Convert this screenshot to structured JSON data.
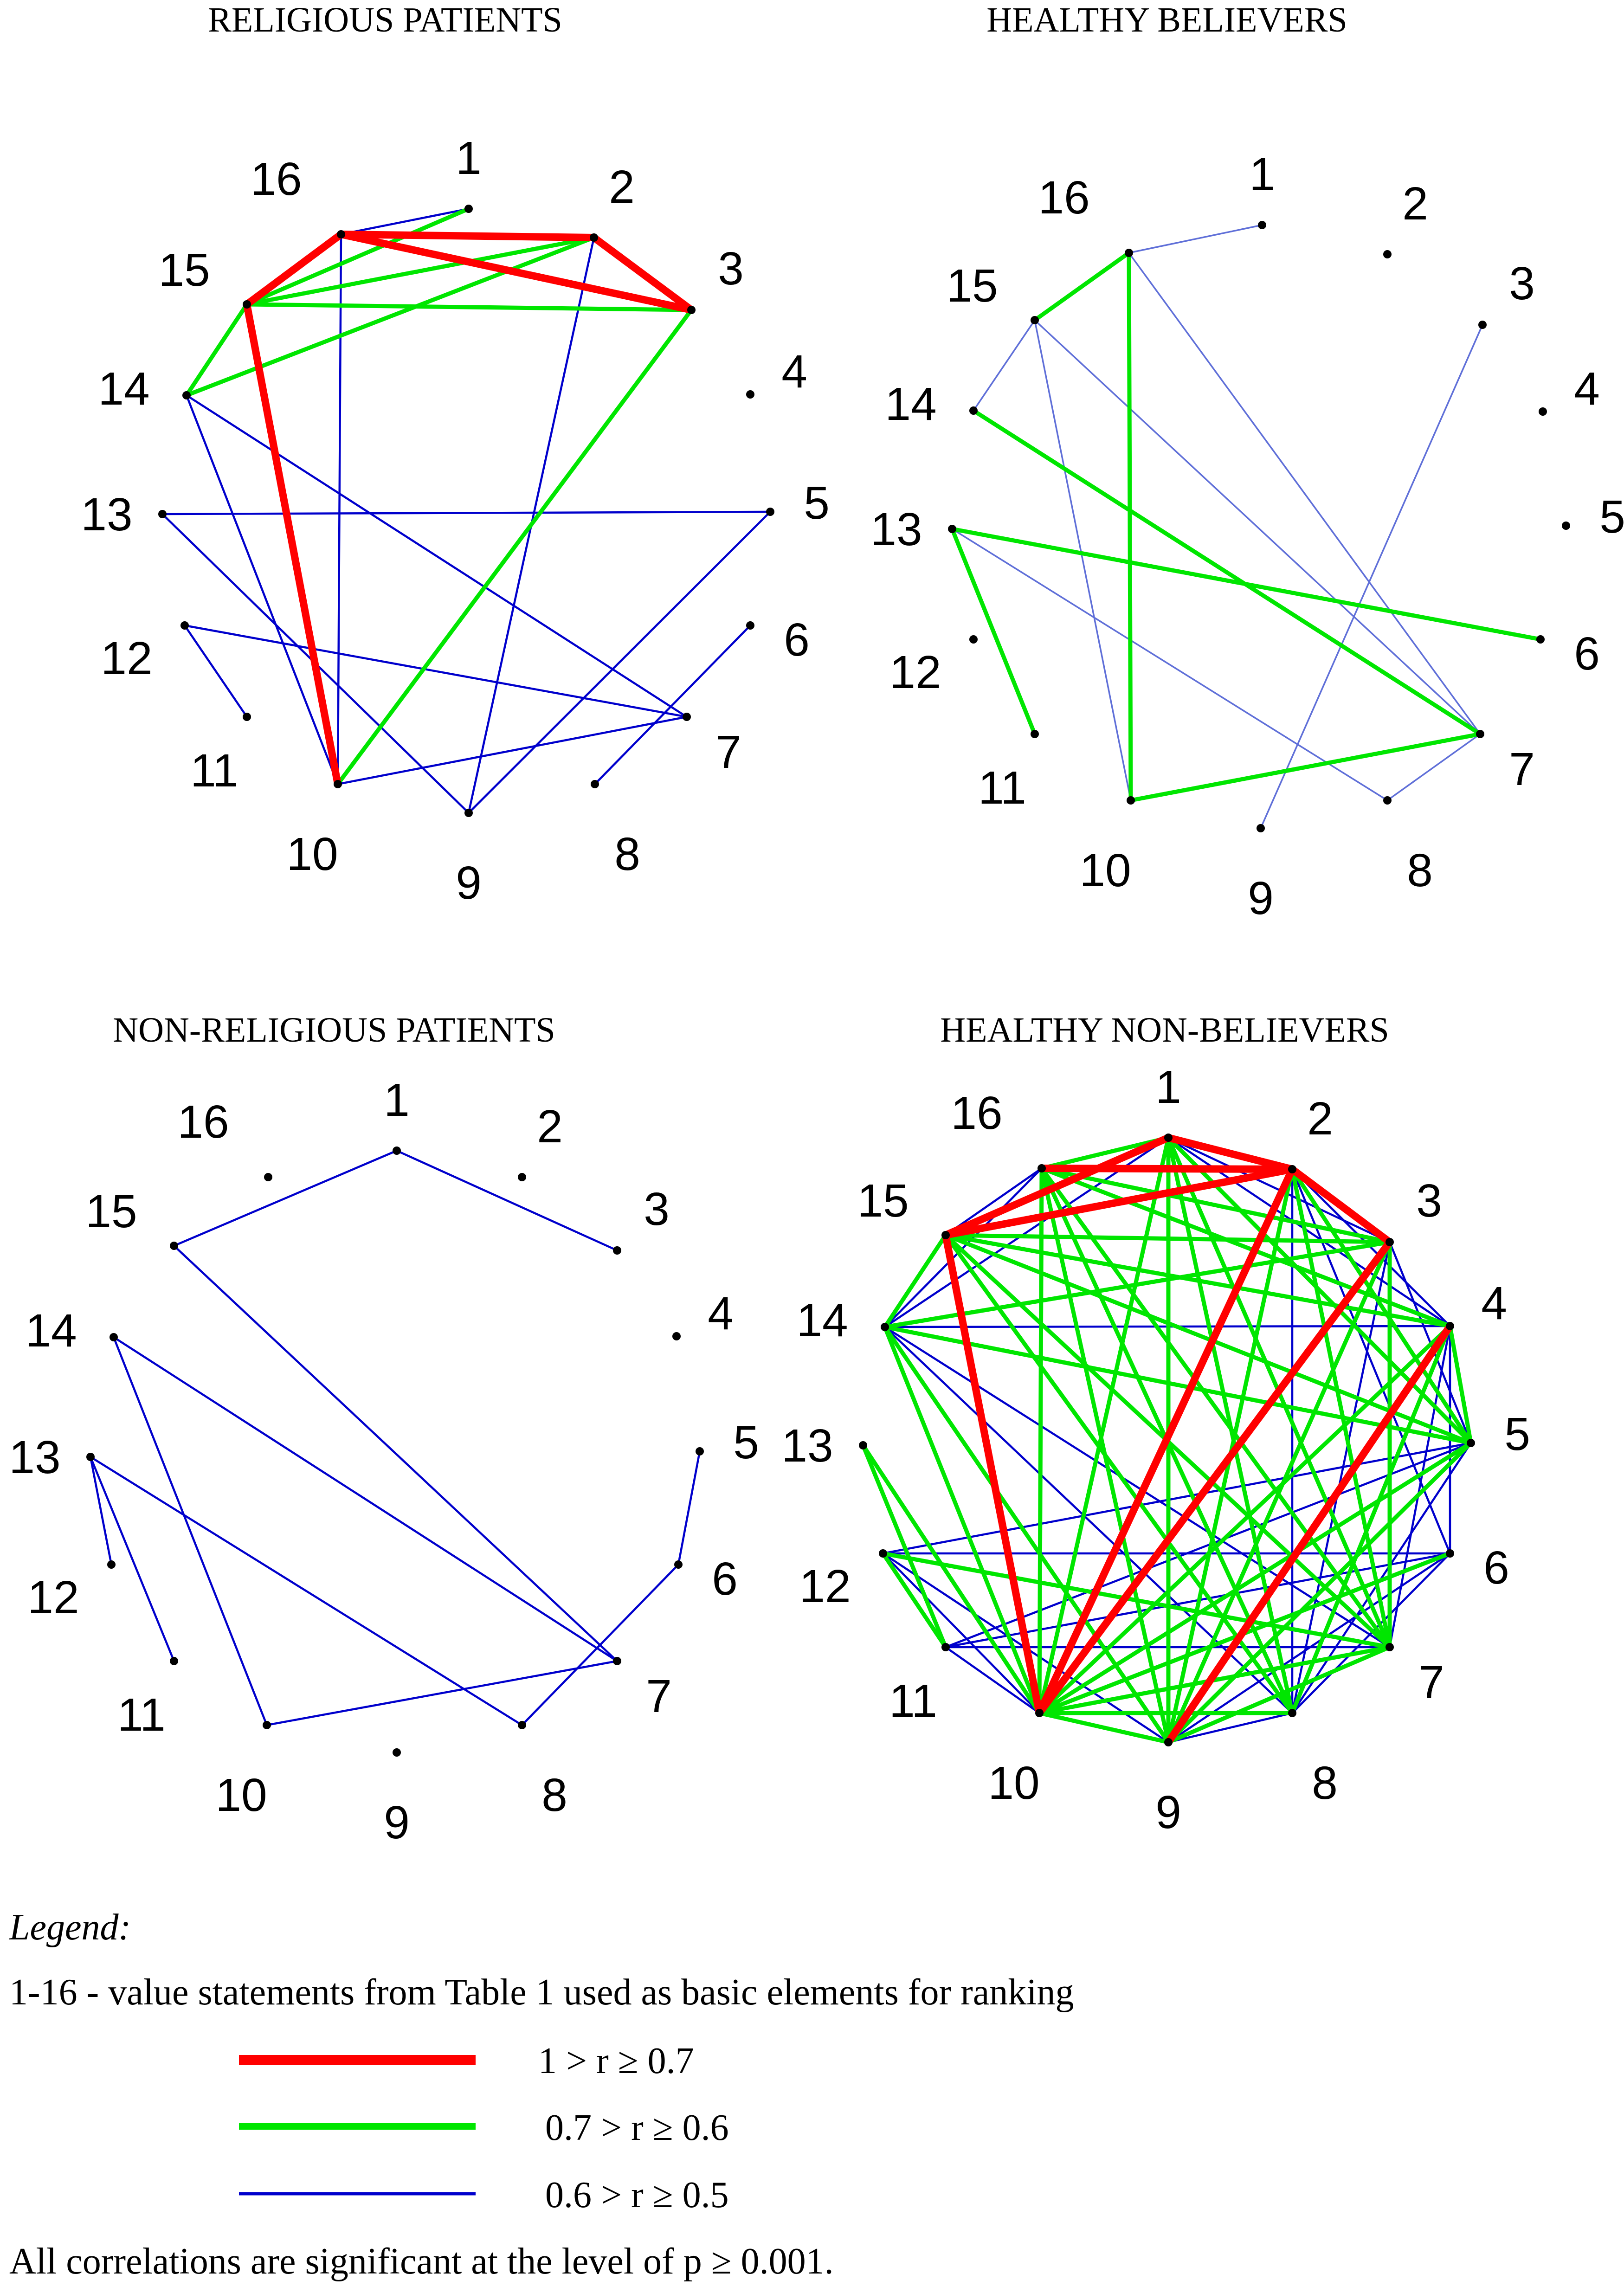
{
  "colors": {
    "strong": "#ff0000",
    "medium": "#00e600",
    "weak": "#0000cc",
    "weak_light": "#5f6fd8",
    "node": "#000000",
    "background": "#ffffff"
  },
  "panels": [
    {
      "id": "religious-patients",
      "title": "RELIGIOUS PATIENTS",
      "nodes": [
        {
          "id": 1,
          "label": "1"
        },
        {
          "id": 2,
          "label": "2"
        },
        {
          "id": 3,
          "label": "3"
        },
        {
          "id": 4,
          "label": "4"
        },
        {
          "id": 5,
          "label": "5"
        },
        {
          "id": 6,
          "label": "6"
        },
        {
          "id": 7,
          "label": "7"
        },
        {
          "id": 8,
          "label": "8"
        },
        {
          "id": 9,
          "label": "9"
        },
        {
          "id": 10,
          "label": "10"
        },
        {
          "id": 11,
          "label": "11"
        },
        {
          "id": 12,
          "label": "12"
        },
        {
          "id": 13,
          "label": "13"
        },
        {
          "id": 14,
          "label": "14"
        },
        {
          "id": 15,
          "label": "15"
        },
        {
          "id": 16,
          "label": "16"
        }
      ],
      "edges": [
        {
          "from": 16,
          "to": 2,
          "strength": "strong"
        },
        {
          "from": 16,
          "to": 3,
          "strength": "strong"
        },
        {
          "from": 2,
          "to": 3,
          "strength": "strong"
        },
        {
          "from": 16,
          "to": 15,
          "strength": "strong"
        },
        {
          "from": 15,
          "to": 10,
          "strength": "strong"
        },
        {
          "from": 15,
          "to": 2,
          "strength": "medium"
        },
        {
          "from": 15,
          "to": 3,
          "strength": "medium"
        },
        {
          "from": 14,
          "to": 15,
          "strength": "medium"
        },
        {
          "from": 14,
          "to": 2,
          "strength": "medium"
        },
        {
          "from": 3,
          "to": 10,
          "strength": "medium"
        },
        {
          "from": 15,
          "to": 1,
          "strength": "medium"
        },
        {
          "from": 16,
          "to": 1,
          "strength": "weak"
        },
        {
          "from": 16,
          "to": 10,
          "strength": "weak"
        },
        {
          "from": 2,
          "to": 9,
          "strength": "weak"
        },
        {
          "from": 14,
          "to": 10,
          "strength": "weak"
        },
        {
          "from": 14,
          "to": 7,
          "strength": "weak"
        },
        {
          "from": 13,
          "to": 5,
          "strength": "weak"
        },
        {
          "from": 13,
          "to": 9,
          "strength": "weak"
        },
        {
          "from": 12,
          "to": 11,
          "strength": "weak"
        },
        {
          "from": 12,
          "to": 7,
          "strength": "weak"
        },
        {
          "from": 10,
          "to": 7,
          "strength": "weak"
        },
        {
          "from": 5,
          "to": 9,
          "strength": "weak"
        },
        {
          "from": 6,
          "to": 8,
          "strength": "weak"
        }
      ]
    },
    {
      "id": "healthy-believers",
      "title": "HEALTHY BELIEVERS",
      "nodes": [
        {
          "id": 1,
          "label": "1"
        },
        {
          "id": 2,
          "label": "2"
        },
        {
          "id": 3,
          "label": "3"
        },
        {
          "id": 4,
          "label": "4"
        },
        {
          "id": 5,
          "label": "5"
        },
        {
          "id": 6,
          "label": "6"
        },
        {
          "id": 7,
          "label": "7"
        },
        {
          "id": 8,
          "label": "8"
        },
        {
          "id": 9,
          "label": "9"
        },
        {
          "id": 10,
          "label": "10"
        },
        {
          "id": 11,
          "label": "11"
        },
        {
          "id": 12,
          "label": "12"
        },
        {
          "id": 13,
          "label": "13"
        },
        {
          "id": 14,
          "label": "14"
        },
        {
          "id": 15,
          "label": "15"
        },
        {
          "id": 16,
          "label": "16"
        }
      ],
      "edges": [
        {
          "from": 16,
          "to": 10,
          "strength": "medium"
        },
        {
          "from": 15,
          "to": 16,
          "strength": "medium"
        },
        {
          "from": 14,
          "to": 7,
          "strength": "medium"
        },
        {
          "from": 13,
          "to": 6,
          "strength": "medium"
        },
        {
          "from": 13,
          "to": 11,
          "strength": "medium"
        },
        {
          "from": 10,
          "to": 7,
          "strength": "medium"
        },
        {
          "from": 16,
          "to": 1,
          "strength": "weak_light"
        },
        {
          "from": 16,
          "to": 7,
          "strength": "weak_light"
        },
        {
          "from": 15,
          "to": 14,
          "strength": "weak_light"
        },
        {
          "from": 15,
          "to": 10,
          "strength": "weak_light"
        },
        {
          "from": 15,
          "to": 7,
          "strength": "weak_light"
        },
        {
          "from": 13,
          "to": 8,
          "strength": "weak_light"
        },
        {
          "from": 3,
          "to": 9,
          "strength": "weak_light"
        },
        {
          "from": 8,
          "to": 7,
          "strength": "weak_light"
        }
      ]
    },
    {
      "id": "non-religious-patients",
      "title": "NON-RELIGIOUS PATIENTS",
      "nodes": [
        {
          "id": 1,
          "label": "1"
        },
        {
          "id": 2,
          "label": "2"
        },
        {
          "id": 3,
          "label": "3"
        },
        {
          "id": 4,
          "label": "4"
        },
        {
          "id": 5,
          "label": "5"
        },
        {
          "id": 6,
          "label": "6"
        },
        {
          "id": 7,
          "label": "7"
        },
        {
          "id": 8,
          "label": "8"
        },
        {
          "id": 9,
          "label": "9"
        },
        {
          "id": 10,
          "label": "10"
        },
        {
          "id": 11,
          "label": "11"
        },
        {
          "id": 12,
          "label": "12"
        },
        {
          "id": 13,
          "label": "13"
        },
        {
          "id": 14,
          "label": "14"
        },
        {
          "id": 15,
          "label": "15"
        },
        {
          "id": 16,
          "label": "16"
        }
      ],
      "edges": [
        {
          "from": 1,
          "to": 15,
          "strength": "weak"
        },
        {
          "from": 1,
          "to": 3,
          "strength": "weak"
        },
        {
          "from": 15,
          "to": 7,
          "strength": "weak"
        },
        {
          "from": 14,
          "to": 7,
          "strength": "weak"
        },
        {
          "from": 14,
          "to": 10,
          "strength": "weak"
        },
        {
          "from": 13,
          "to": 12,
          "strength": "weak"
        },
        {
          "from": 13,
          "to": 11,
          "strength": "weak"
        },
        {
          "from": 13,
          "to": 8,
          "strength": "weak"
        },
        {
          "from": 10,
          "to": 7,
          "strength": "weak"
        },
        {
          "from": 5,
          "to": 6,
          "strength": "weak"
        },
        {
          "from": 6,
          "to": 8,
          "strength": "weak"
        }
      ]
    },
    {
      "id": "healthy-non-believers",
      "title": "HEALTHY NON-BELIEVERS",
      "nodes": [
        {
          "id": 1,
          "label": "1"
        },
        {
          "id": 2,
          "label": "2"
        },
        {
          "id": 3,
          "label": "3"
        },
        {
          "id": 4,
          "label": "4"
        },
        {
          "id": 5,
          "label": "5"
        },
        {
          "id": 6,
          "label": "6"
        },
        {
          "id": 7,
          "label": "7"
        },
        {
          "id": 8,
          "label": "8"
        },
        {
          "id": 9,
          "label": "9"
        },
        {
          "id": 10,
          "label": "10"
        },
        {
          "id": 11,
          "label": "11"
        },
        {
          "id": 12,
          "label": "12"
        },
        {
          "id": 13,
          "label": "13"
        },
        {
          "id": 14,
          "label": "14"
        },
        {
          "id": 15,
          "label": "15"
        },
        {
          "id": 16,
          "label": "16"
        }
      ],
      "edges": [
        {
          "from": 1,
          "to": 2,
          "strength": "strong"
        },
        {
          "from": 1,
          "to": 15,
          "strength": "strong"
        },
        {
          "from": 2,
          "to": 15,
          "strength": "strong"
        },
        {
          "from": 16,
          "to": 2,
          "strength": "strong"
        },
        {
          "from": 2,
          "to": 3,
          "strength": "strong"
        },
        {
          "from": 15,
          "to": 10,
          "strength": "strong"
        },
        {
          "from": 2,
          "to": 10,
          "strength": "strong"
        },
        {
          "from": 3,
          "to": 10,
          "strength": "strong"
        },
        {
          "from": 4,
          "to": 9,
          "strength": "strong"
        },
        {
          "from": 1,
          "to": 5,
          "strength": "medium"
        },
        {
          "from": 1,
          "to": 7,
          "strength": "medium"
        },
        {
          "from": 1,
          "to": 8,
          "strength": "medium"
        },
        {
          "from": 1,
          "to": 9,
          "strength": "medium"
        },
        {
          "from": 1,
          "to": 10,
          "strength": "medium"
        },
        {
          "from": 1,
          "to": 16,
          "strength": "medium"
        },
        {
          "from": 2,
          "to": 7,
          "strength": "medium"
        },
        {
          "from": 2,
          "to": 9,
          "strength": "medium"
        },
        {
          "from": 2,
          "to": 5,
          "strength": "medium"
        },
        {
          "from": 3,
          "to": 7,
          "strength": "medium"
        },
        {
          "from": 3,
          "to": 9,
          "strength": "medium"
        },
        {
          "from": 3,
          "to": 14,
          "strength": "medium"
        },
        {
          "from": 3,
          "to": 15,
          "strength": "medium"
        },
        {
          "from": 3,
          "to": 16,
          "strength": "medium"
        },
        {
          "from": 4,
          "to": 8,
          "strength": "medium"
        },
        {
          "from": 4,
          "to": 15,
          "strength": "medium"
        },
        {
          "from": 4,
          "to": 16,
          "strength": "medium"
        },
        {
          "from": 4,
          "to": 5,
          "strength": "medium"
        },
        {
          "from": 4,
          "to": 10,
          "strength": "medium"
        },
        {
          "from": 5,
          "to": 9,
          "strength": "medium"
        },
        {
          "from": 5,
          "to": 10,
          "strength": "medium"
        },
        {
          "from": 5,
          "to": 14,
          "strength": "medium"
        },
        {
          "from": 5,
          "to": 15,
          "strength": "medium"
        },
        {
          "from": 6,
          "to": 10,
          "strength": "medium"
        },
        {
          "from": 7,
          "to": 10,
          "strength": "medium"
        },
        {
          "from": 7,
          "to": 9,
          "strength": "medium"
        },
        {
          "from": 7,
          "to": 15,
          "strength": "medium"
        },
        {
          "from": 7,
          "to": 16,
          "strength": "medium"
        },
        {
          "from": 8,
          "to": 10,
          "strength": "medium"
        },
        {
          "from": 8,
          "to": 15,
          "strength": "medium"
        },
        {
          "from": 8,
          "to": 16,
          "strength": "medium"
        },
        {
          "from": 9,
          "to": 10,
          "strength": "medium"
        },
        {
          "from": 9,
          "to": 14,
          "strength": "medium"
        },
        {
          "from": 9,
          "to": 16,
          "strength": "medium"
        },
        {
          "from": 10,
          "to": 14,
          "strength": "medium"
        },
        {
          "from": 10,
          "to": 16,
          "strength": "medium"
        },
        {
          "from": 11,
          "to": 12,
          "strength": "medium"
        },
        {
          "from": 11,
          "to": 13,
          "strength": "medium"
        },
        {
          "from": 12,
          "to": 7,
          "strength": "medium"
        },
        {
          "from": 13,
          "to": 10,
          "strength": "medium"
        },
        {
          "from": 14,
          "to": 15,
          "strength": "medium"
        },
        {
          "from": 1,
          "to": 3,
          "strength": "weak"
        },
        {
          "from": 1,
          "to": 4,
          "strength": "weak"
        },
        {
          "from": 1,
          "to": 14,
          "strength": "weak"
        },
        {
          "from": 2,
          "to": 6,
          "strength": "weak"
        },
        {
          "from": 2,
          "to": 8,
          "strength": "weak"
        },
        {
          "from": 2,
          "to": 4,
          "strength": "weak"
        },
        {
          "from": 3,
          "to": 8,
          "strength": "weak"
        },
        {
          "from": 3,
          "to": 5,
          "strength": "weak"
        },
        {
          "from": 4,
          "to": 14,
          "strength": "weak"
        },
        {
          "from": 4,
          "to": 6,
          "strength": "weak"
        },
        {
          "from": 4,
          "to": 7,
          "strength": "weak"
        },
        {
          "from": 5,
          "to": 12,
          "strength": "weak"
        },
        {
          "from": 5,
          "to": 11,
          "strength": "weak"
        },
        {
          "from": 5,
          "to": 8,
          "strength": "weak"
        },
        {
          "from": 6,
          "to": 12,
          "strength": "weak"
        },
        {
          "from": 6,
          "to": 11,
          "strength": "weak"
        },
        {
          "from": 6,
          "to": 9,
          "strength": "weak"
        },
        {
          "from": 6,
          "to": 8,
          "strength": "weak"
        },
        {
          "from": 7,
          "to": 11,
          "strength": "weak"
        },
        {
          "from": 7,
          "to": 12,
          "strength": "weak"
        },
        {
          "from": 8,
          "to": 9,
          "strength": "weak"
        },
        {
          "from": 8,
          "to": 14,
          "strength": "weak"
        },
        {
          "from": 9,
          "to": 12,
          "strength": "weak"
        },
        {
          "from": 10,
          "to": 12,
          "strength": "weak"
        },
        {
          "from": 10,
          "to": 11,
          "strength": "weak"
        },
        {
          "from": 14,
          "to": 16,
          "strength": "weak"
        },
        {
          "from": 14,
          "to": 7,
          "strength": "weak"
        },
        {
          "from": 15,
          "to": 16,
          "strength": "weak"
        },
        {
          "from": 16,
          "to": 9,
          "strength": "weak"
        }
      ]
    }
  ],
  "legend": {
    "heading": "Legend:",
    "description": "1-16 - value statements from Table 1 used as basic elements for ranking",
    "items": [
      {
        "strength": "strong",
        "label": "1 > r ≥ 0.7"
      },
      {
        "strength": "medium",
        "label": "0.7 > r ≥ 0.6"
      },
      {
        "strength": "weak",
        "label": "0.6 > r ≥ 0.5"
      }
    ],
    "footnote": "All correlations are significant at the level of p ≥ 0.001."
  }
}
